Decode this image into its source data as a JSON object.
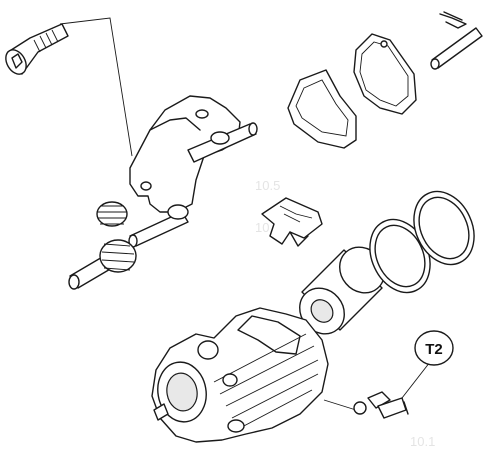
{
  "callout": {
    "label": "T2"
  },
  "ghost_text": {
    "a": "10.5",
    "b": "10.4",
    "c": "10.1"
  },
  "colors": {
    "line": "#1a1a1a",
    "background": "#ffffff",
    "ghost": "#cfcfcf"
  }
}
